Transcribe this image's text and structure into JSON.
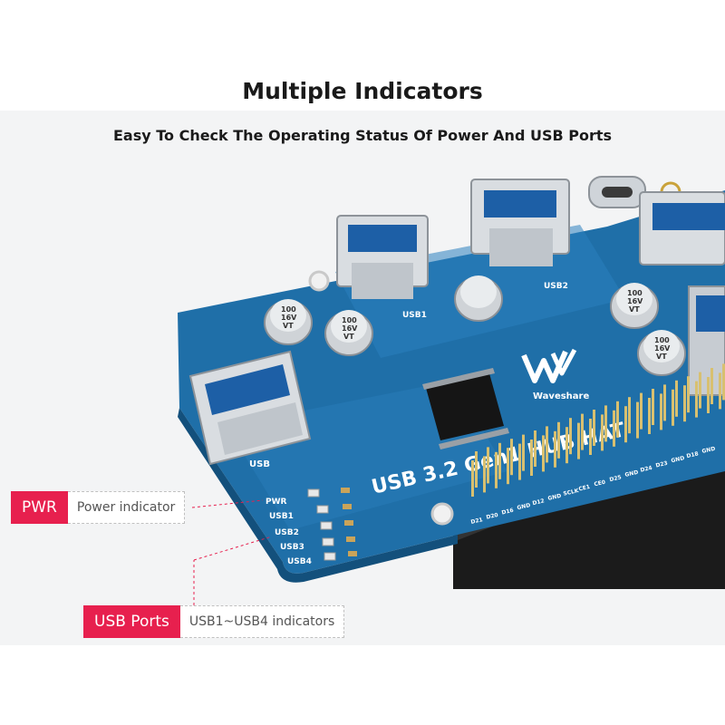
{
  "header": {
    "title": "Multiple Indicators",
    "subtitle": "Easy To Check The Operating Status Of Power And USB Ports"
  },
  "board": {
    "name_text": "USB 3.2 Gen1 HUB HAT",
    "brand": "Waveshare",
    "port_labels": [
      "USB",
      "USB1",
      "USB2"
    ],
    "led_labels": [
      "PWR",
      "USB1",
      "USB2",
      "USB3",
      "USB4"
    ],
    "cap_text": [
      "100",
      "16V",
      "VT"
    ],
    "pin_labels": [
      "D21",
      "D20",
      "D16",
      "GND",
      "D12",
      "GND",
      "SCLK",
      "CE1",
      "CE0",
      "D25",
      "GND",
      "D24",
      "D23",
      "GND",
      "D18",
      "GND"
    ]
  },
  "callouts": [
    {
      "tag": "PWR",
      "desc": "Power indicator"
    },
    {
      "tag": "USB Ports",
      "desc": "USB1~USB4 indicators"
    }
  ],
  "colors": {
    "accent": "#e7204e",
    "pcb_blue": "#1f6fa8",
    "pcb_light": "#3d8fc9"
  }
}
